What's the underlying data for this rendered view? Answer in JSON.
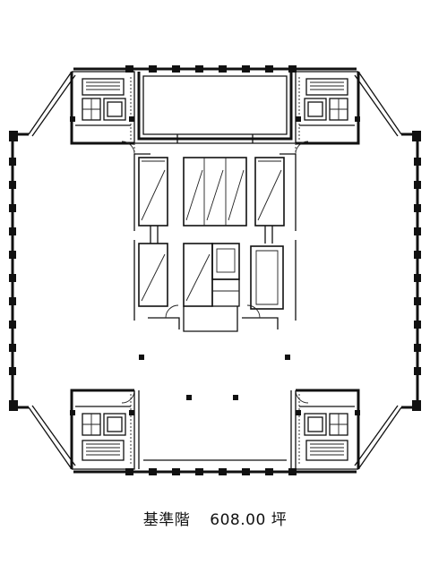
{
  "caption": {
    "floor_label": "基準階",
    "area_value": "608.00",
    "area_unit": "坪"
  }
}
